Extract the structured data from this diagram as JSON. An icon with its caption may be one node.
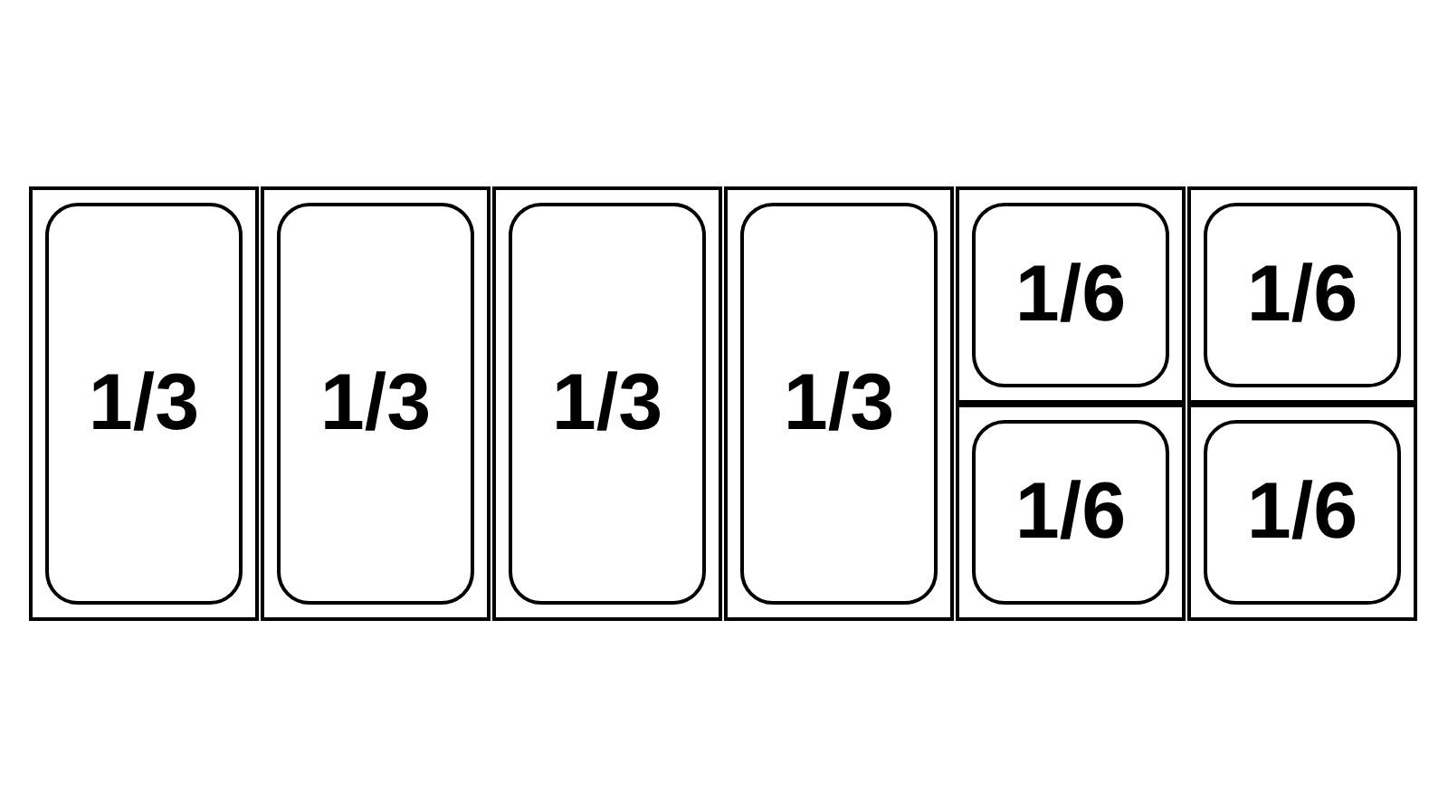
{
  "diagram": {
    "nodes": [
      {
        "text": [
          "1/3"
        ]
      },
      {
        "text": [
          "1/3"
        ]
      },
      {
        "text": [
          "1/3"
        ]
      },
      {
        "text": [
          "1/3"
        ]
      },
      {
        "text": [
          "1/6"
        ]
      },
      {
        "text": [
          "1/6"
        ]
      },
      {
        "text": [
          "1/6"
        ]
      },
      {
        "text": [
          "1/6"
        ]
      }
    ]
  }
}
